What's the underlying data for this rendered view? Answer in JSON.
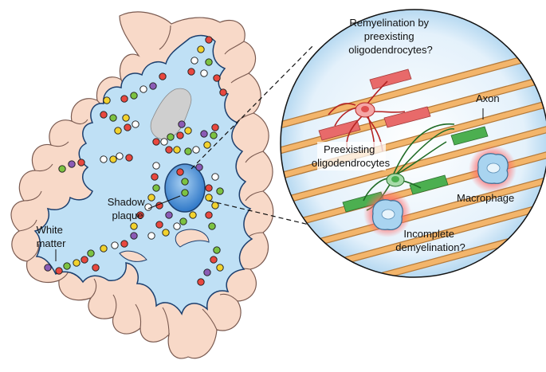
{
  "labels": {
    "remyelination": [
      "Remyelination by",
      "preexisting",
      "oligodendrocytes?"
    ],
    "axon": "Axon",
    "preexisting": [
      "Preexisting",
      "oligodendrocytes"
    ],
    "macrophage": "Macrophage",
    "incomplete": [
      "Incomplete",
      "demyelination?"
    ],
    "shadow": [
      "Shadow",
      "plaque"
    ],
    "white_matter": [
      "White",
      "matter"
    ]
  },
  "colors": {
    "brain_fill": "#f8d9c8",
    "brain_stroke": "#7a5a50",
    "white_matter": "#bfe0f5",
    "white_matter_stroke": "#1c3f6e",
    "ventricle": "#cfcfcf",
    "plaque": "#4a90d9",
    "axon": "#f3b56b",
    "myelin_red": "#e86a6a",
    "myelin_green": "#4caf50",
    "macrophage": "#a9d4f0",
    "cell_colors": [
      "#e8483f",
      "#7cc242",
      "#f2d22e",
      "#ffffff",
      "#8b5bb5"
    ]
  }
}
